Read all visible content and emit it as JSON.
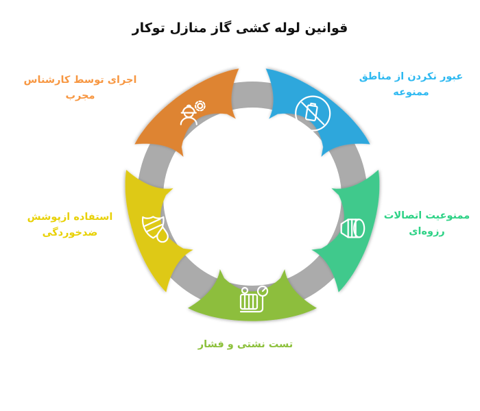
{
  "title": "قوانین لوله کشی گاز منازل توکار",
  "ring": {
    "color": "#ABABAB"
  },
  "segments": [
    {
      "name": "no-restricted-areas",
      "position": "top-right",
      "label": "عبور نکردن از مناطق ممنوعه",
      "label_lines": [
        "عبور نکردن از مناطق",
        "ممنوعه"
      ],
      "color": "#2FA7DC",
      "text_color": "#2EB9F1",
      "icon": "no-bag-prohibition-icon"
    },
    {
      "name": "no-threaded-fittings",
      "position": "right",
      "label": "ممنوعیت اتصالات رزوه‌ای",
      "label_lines": [
        "ممنوعیت اتصالات",
        "رزوه‌ای"
      ],
      "color": "#3FC98C",
      "text_color": "#2ED286",
      "icon": "pipe-coupling-icon"
    },
    {
      "name": "leak-pressure-test",
      "position": "bottom",
      "label": "تست نشتی و فشار",
      "label_lines": [
        "تست نشتی و فشار"
      ],
      "color": "#8DBE3D",
      "text_color": "#8CC03B",
      "icon": "pressure-gauge-icon"
    },
    {
      "name": "anti-corrosion-coating",
      "position": "left",
      "label": "استفاده ازپوشش ضدخوردگی",
      "label_lines": [
        "استفاده ازپوشش",
        "ضدخوردگی"
      ],
      "color": "#DEC913",
      "text_color": "#E8D106",
      "icon": "shield-droplet-icon"
    },
    {
      "name": "expert-installation",
      "position": "top-left",
      "label": "اجرای توسط کارشناس مجرب",
      "label_lines": [
        "اجرای توسط کارشناس",
        "مجرب"
      ],
      "color": "#DE8432",
      "text_color": "#F79742",
      "icon": "engineer-gear-icon"
    }
  ]
}
